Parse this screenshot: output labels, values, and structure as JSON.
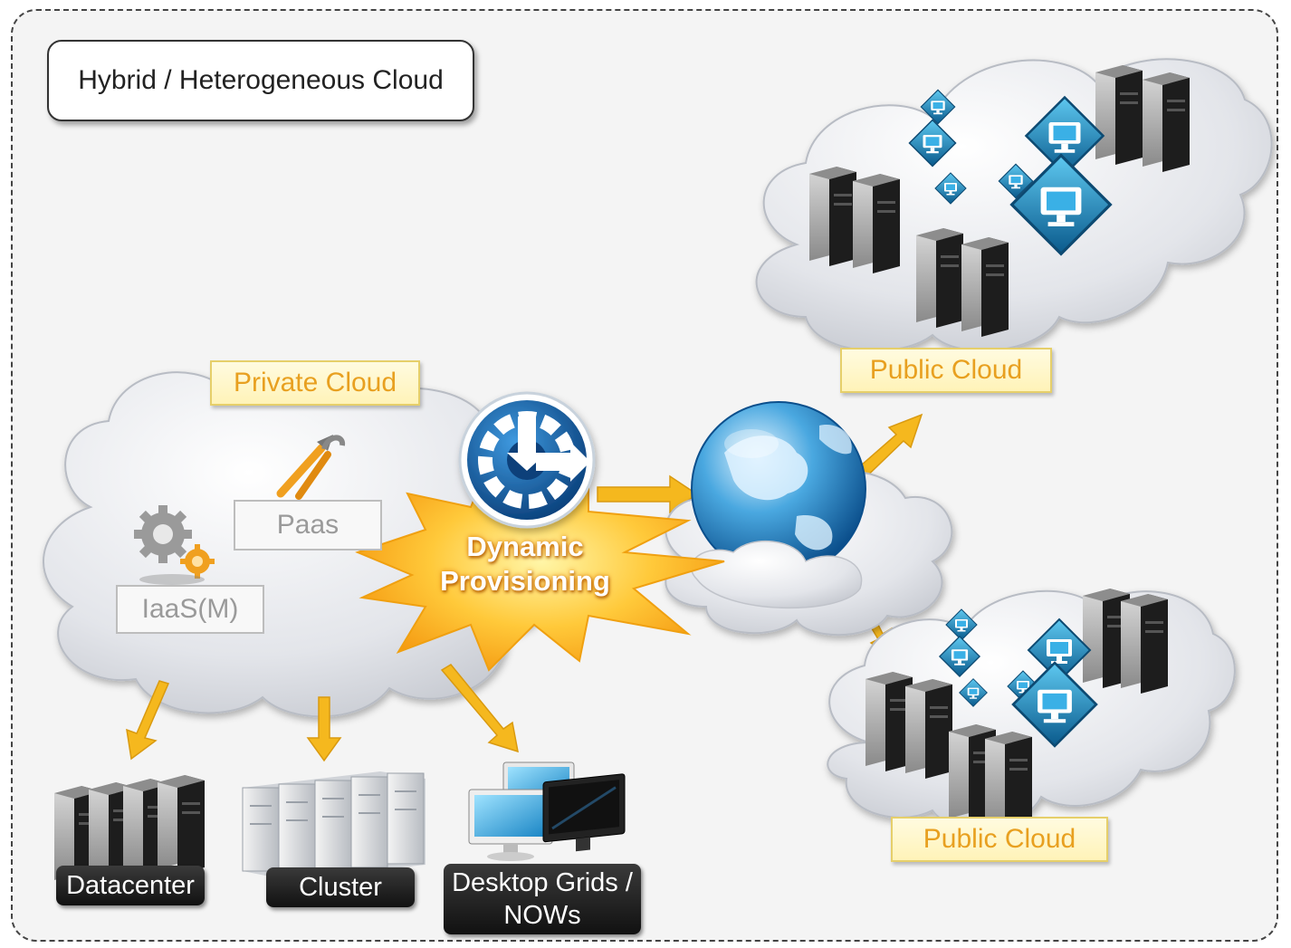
{
  "title": "Hybrid / Heterogeneous Cloud",
  "private_cloud": {
    "label": "Private Cloud",
    "paas_label": "Paas",
    "iaas_label": "IaaS(M)"
  },
  "dynamic_provisioning": {
    "line1": "Dynamic",
    "line2": "Provisioning"
  },
  "public_clouds": [
    {
      "label": "Public Cloud"
    },
    {
      "label": "Public Cloud"
    }
  ],
  "resources": {
    "datacenter": "Datacenter",
    "cluster": "Cluster",
    "desktop_line1": "Desktop Grids /",
    "desktop_line2": "NOWs"
  },
  "colors": {
    "arrow": "#f5b81e",
    "cloud": "#e6e8ec",
    "label_text": "#e8a020",
    "burst": "#ffb627",
    "icon_blue": "#1a7fc0"
  }
}
